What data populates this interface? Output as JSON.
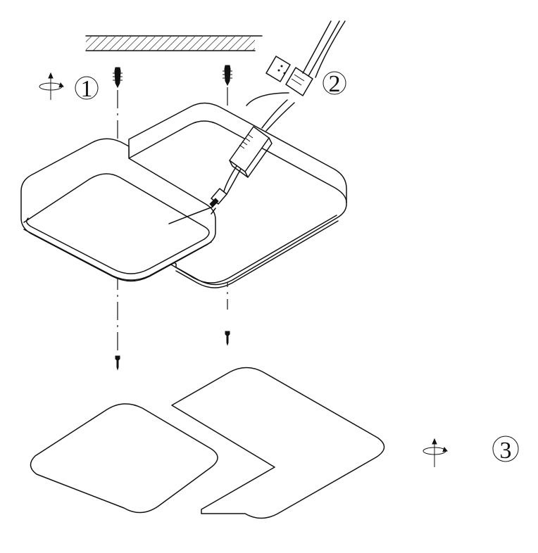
{
  "steps": [
    {
      "id": "step-1",
      "label": "1",
      "icon": "rotate-icon"
    },
    {
      "id": "step-2",
      "label": "2"
    },
    {
      "id": "step-3",
      "label": "3",
      "icon": "rotate-icon"
    }
  ],
  "colors": {
    "ink": "#111111",
    "background": "#ffffff"
  }
}
